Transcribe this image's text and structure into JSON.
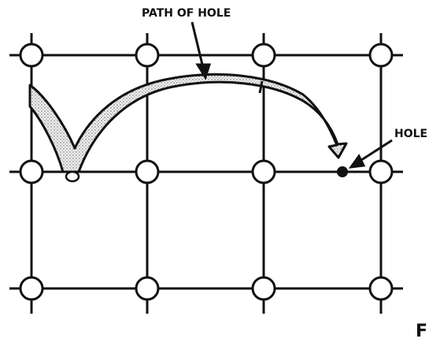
{
  "labels": {
    "path": "PATH OF HOLE",
    "hole": "HOLE",
    "figure": "F"
  },
  "grid": {
    "rows": 3,
    "cols": 4
  },
  "colors": {
    "ink": "#111111",
    "background": "#ffffff",
    "path_fill": "#e6e6e6"
  },
  "icons": {
    "lattice_atom": "open-circle",
    "hole": "filled-dot",
    "arrow": "arrowhead"
  }
}
